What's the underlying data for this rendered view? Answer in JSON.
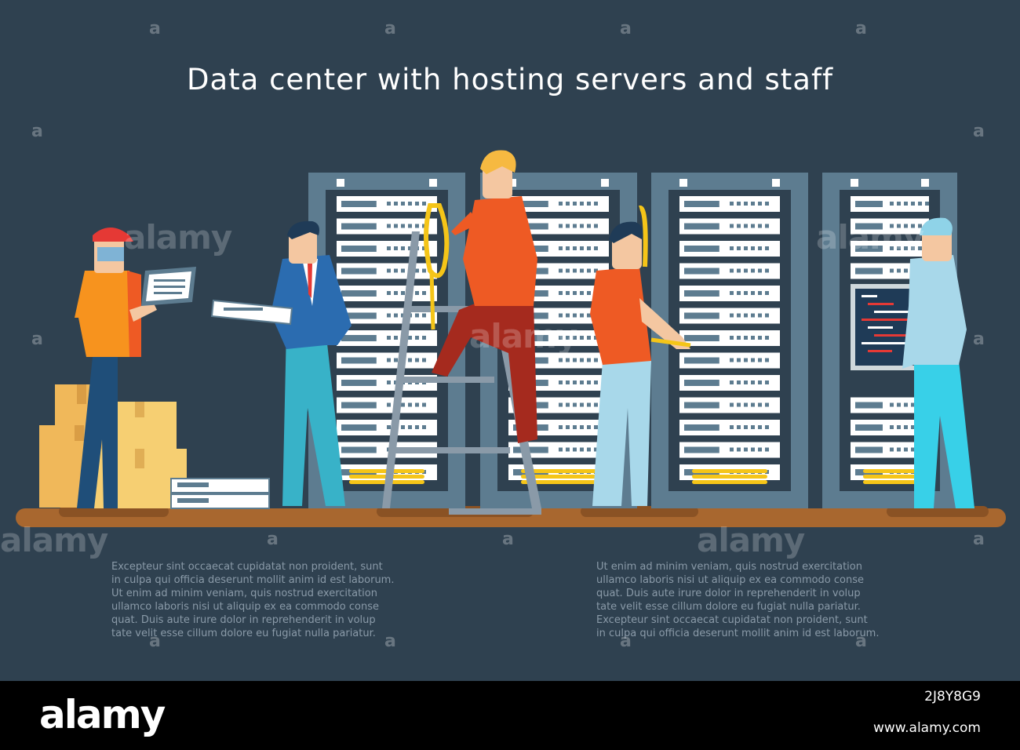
{
  "title": "Data center with hosting servers and staff",
  "paragraph_left": "Excepteur sint occaecat cupidatat non proident, sunt\nin culpa qui officia deserunt mollit anim id est laborum.\nUt enim ad minim veniam, quis nostrud exercitation\nullamco laboris nisi ut aliquip ex ea commodo conse\nquat. Duis aute irure dolor in reprehenderit in volup\ntate velit esse cillum dolore eu fugiat nulla pariatur.",
  "paragraph_right": "Ut enim ad minim veniam, quis nostrud exercitation\nullamco laboris nisi ut aliquip ex ea commodo conse\nquat. Duis aute irure dolor in reprehenderit in volup\ntate velit esse cillum dolore eu fugiat nulla pariatur.\nExcepteur sint occaecat cupidatat non proident, sunt\nin culpa qui officia deserunt mollit anim id est laborum.",
  "watermark": {
    "text": "alamy",
    "letter": "a"
  },
  "footer": {
    "logo": "alamy",
    "image_id": "2J8Y8G9",
    "site": "www.alamy.com"
  },
  "colors": {
    "background": "#2f4150",
    "floor": "#a8672f",
    "rack": "#5d7c90",
    "rack_inner": "#2f4150",
    "server_unit": "#ffffff",
    "cable": "#f5c518",
    "shirt_orange": "#f27a2a",
    "shirt_red_orange": "#ee5a24",
    "suit_blue": "#2b6cb0",
    "pants_cyan": "#38b2c8",
    "boxes": "#f6c86a"
  },
  "icons": [
    "rack-server-icon",
    "ladder-icon",
    "cardboard-box-icon",
    "tablet-icon"
  ]
}
